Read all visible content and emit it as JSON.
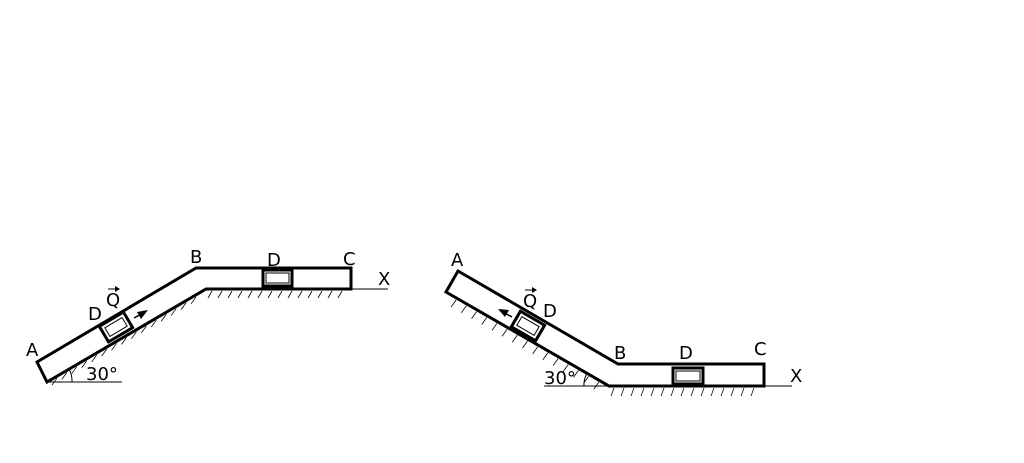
{
  "figure_left": {
    "label_A": "A",
    "label_B": "B",
    "label_C": "C",
    "label_D_incline": "D",
    "label_D_flat": "D",
    "label_Q": "Q",
    "label_X": "X",
    "angle": "30°"
  },
  "figure_right": {
    "label_A": "A",
    "label_B": "B",
    "label_C": "C",
    "label_D_incline": "D",
    "label_D_flat": "D",
    "label_Q": "Q",
    "label_X": "X",
    "angle": "30°"
  }
}
